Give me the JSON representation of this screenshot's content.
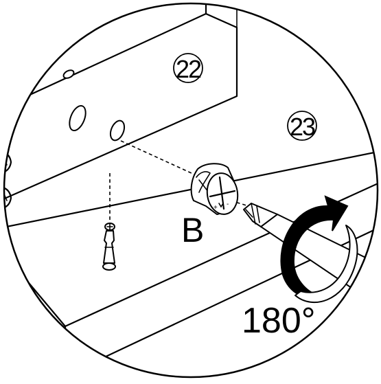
{
  "labels": {
    "part_22": "22",
    "part_23": "23",
    "fitting_letter": "B",
    "rotation_angle": "180°",
    "cam_mark_plus": "+",
    "cam_mark_minus": "-"
  },
  "colors": {
    "ink": "#000000",
    "paper": "#ffffff"
  },
  "icons": {
    "rotation": "clockwise-arrow-icon",
    "tool": "screwdriver-icon",
    "cam_lock": "cam-lock-icon",
    "dowel": "cam-bolt-icon"
  }
}
